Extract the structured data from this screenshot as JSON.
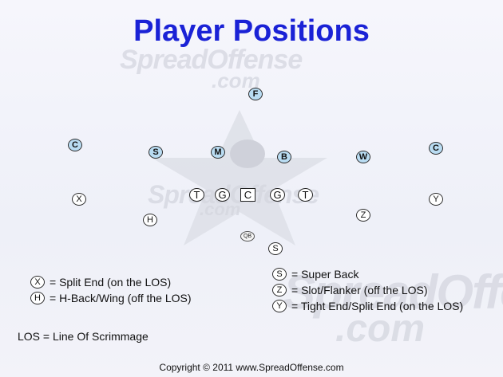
{
  "title": "Player Positions",
  "watermark": {
    "brand": "SpreadOffense",
    "domain": ".com"
  },
  "players": {
    "F": "F",
    "C_left": "C",
    "C_right": "C",
    "S_def": "S",
    "M": "M",
    "B": "B",
    "W": "W",
    "X": "X",
    "Y": "Y",
    "H": "H",
    "Z": "Z",
    "S_off": "S",
    "QB": "QB"
  },
  "line": {
    "lt": "T",
    "lg": "G",
    "c": "C",
    "rg": "G",
    "rt": "T"
  },
  "legend": {
    "x_sym": "X",
    "x_text": "= Split End (on the LOS)",
    "h_sym": "H",
    "h_text": "= H-Back/Wing (off the LOS)",
    "s_sym": "S",
    "s_text": "= Super Back",
    "z_sym": "Z",
    "z_text": "= Slot/Flanker (off the LOS)",
    "y_sym": "Y",
    "y_text": "= Tight End/Split End (on the LOS)"
  },
  "los_note": "LOS = Line Of Scrimmage",
  "copyright": "Copyright © 2011  www.SpreadOffense.com",
  "colors": {
    "title": "#1a22d6",
    "defense_fill": "#b9dcf2"
  }
}
